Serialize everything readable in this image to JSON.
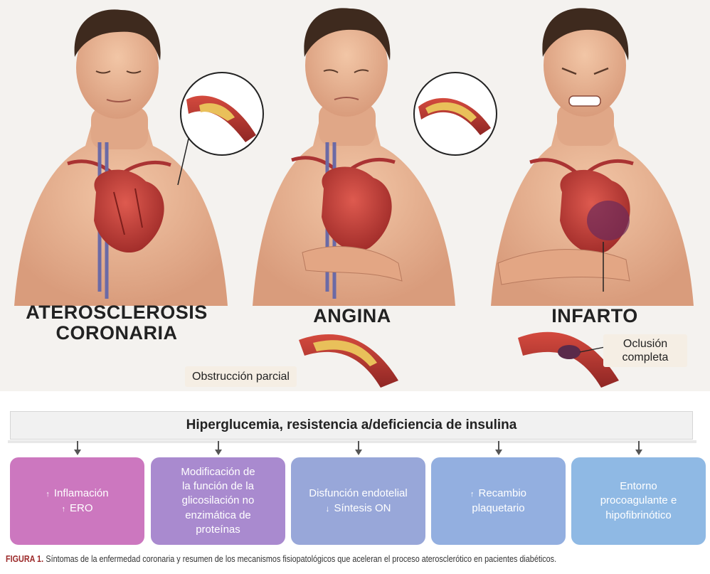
{
  "illustration": {
    "stages": [
      {
        "label_line1": "ATEROSCLEROSIS",
        "label_line2": "CORONARIA"
      },
      {
        "label": "ANGINA"
      },
      {
        "label": "INFARTO"
      }
    ],
    "callouts": {
      "partial": "Obstrucción parcial",
      "occlusion_line1": "Oclusión",
      "occlusion_line2": "completa"
    },
    "colors": {
      "skin": "#e9b596",
      "heart": "#c9413a",
      "vessel_plaque": "#e9c05a",
      "background": "#f4f2ef"
    }
  },
  "mechanisms": {
    "header": "Hiperglucemia, resistencia a/deficiencia de insulina",
    "boxes": [
      {
        "color": "#cc77bf",
        "lines": [
          "Inflamación",
          "ERO"
        ],
        "arrows": [
          "up",
          "up"
        ]
      },
      {
        "color": "#a98acf",
        "lines": [
          "Modificación de",
          "la función de la",
          "glicosilación no",
          "enzimática de",
          "proteínas"
        ],
        "arrows": [
          "",
          "",
          "",
          "",
          ""
        ]
      },
      {
        "color": "#98a7d9",
        "lines": [
          "Disfunción endotelial",
          "Síntesis ON"
        ],
        "arrows": [
          "",
          "down"
        ]
      },
      {
        "color": "#93afe0",
        "lines": [
          "Recambio",
          "plaquetario"
        ],
        "arrows": [
          "up",
          ""
        ]
      },
      {
        "color": "#8fb9e4",
        "lines": [
          "Entorno",
          "procoagulante e",
          "hipofibrinótico"
        ],
        "arrows": [
          "",
          "",
          ""
        ]
      }
    ]
  },
  "caption": {
    "figure_label": "FIGURA 1.",
    "text": "Síntomas de la enfermedad coronaria y resumen de los mecanismos fisiopatológicos que aceleran el proceso aterosclerótico en pacientes diabéticos."
  }
}
